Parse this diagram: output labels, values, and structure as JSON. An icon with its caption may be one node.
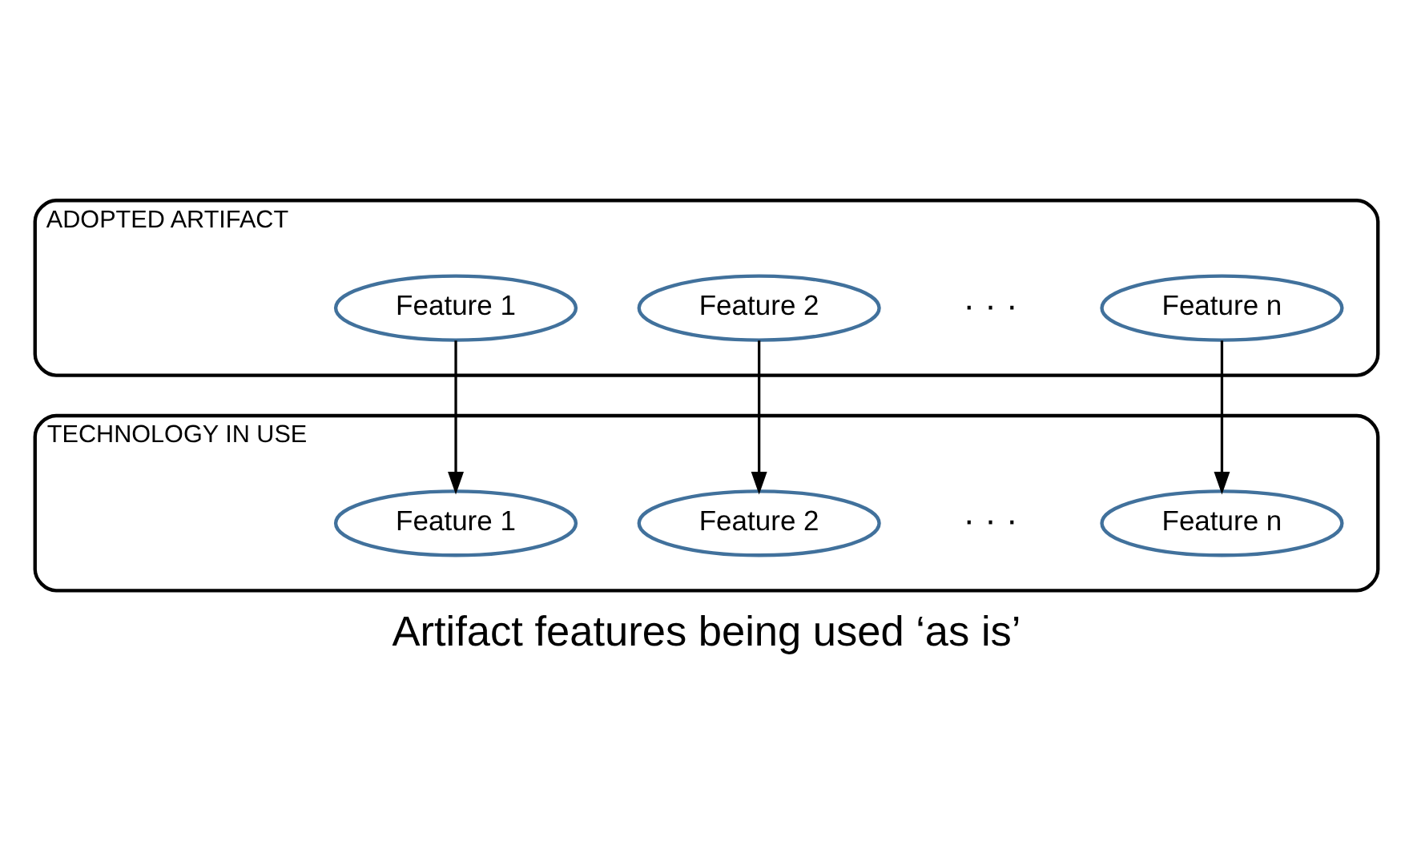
{
  "diagram": {
    "caption": "Artifact features being used ‘as is’",
    "nodes": [
      {
        "text": [
          "ADOPTED ARTIFACT"
        ]
      },
      {
        "text": [
          "Feature 1"
        ],
        "in": 0
      },
      {
        "text": [
          "Feature 2"
        ],
        "in": 0
      },
      {
        "text": [
          "Feature n"
        ],
        "in": 0
      },
      {
        "text": [
          "TECHNOLOGY IN USE"
        ]
      },
      {
        "text": [
          "Feature 1"
        ],
        "in": 4
      },
      {
        "text": [
          "Feature 2"
        ],
        "in": 4
      },
      {
        "text": [
          "Feature n"
        ],
        "in": 4
      }
    ],
    "edges": [
      {
        "from": 1,
        "to": 5,
        "arrow": "to"
      },
      {
        "from": 2,
        "to": 6,
        "arrow": "to"
      },
      {
        "from": 3,
        "to": 7,
        "arrow": "to"
      }
    ],
    "labels": [
      "· · ·",
      "· · ·"
    ]
  }
}
